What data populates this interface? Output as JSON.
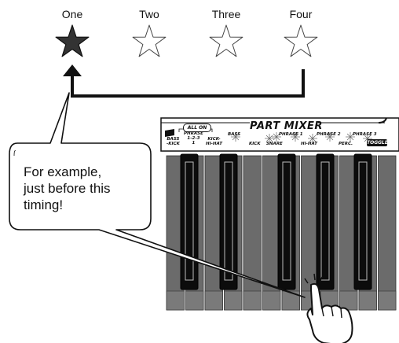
{
  "beats": [
    {
      "label": "One",
      "filled": true
    },
    {
      "label": "Two",
      "filled": false
    },
    {
      "label": "Three",
      "filled": false
    },
    {
      "label": "Four",
      "filled": false
    }
  ],
  "callout": {
    "lines": [
      "For example,",
      "just before this",
      "timing!"
    ]
  },
  "panel": {
    "title": "PART MIXER",
    "all_on": "ALL ON",
    "toggle": "TOGGLE",
    "labels": {
      "bass_kick": [
        "BASS",
        "-KICK"
      ],
      "phrase_123": [
        "PHRASE",
        "1-2-3",
        "1"
      ],
      "kick_hihat": [
        "KICK-",
        "HI-HAT"
      ],
      "bass": "BASS",
      "kick": "KICK",
      "snare": "SNARE",
      "phrase1": "PHRASE 1",
      "hihat": "HI-HAT",
      "phrase2": "PHRASE 2",
      "perc": "PERC.",
      "phrase3": "PHRASE 3"
    }
  },
  "colors": {
    "filled_star": "#333333",
    "outline": "#111111",
    "key_gray": "#6b6b6b",
    "key_black": "#0c0c0c",
    "panel_bg": "#ffffff"
  },
  "icons": [
    "star-icon",
    "arrow-icon",
    "finger-icon",
    "sparkle-icon"
  ]
}
